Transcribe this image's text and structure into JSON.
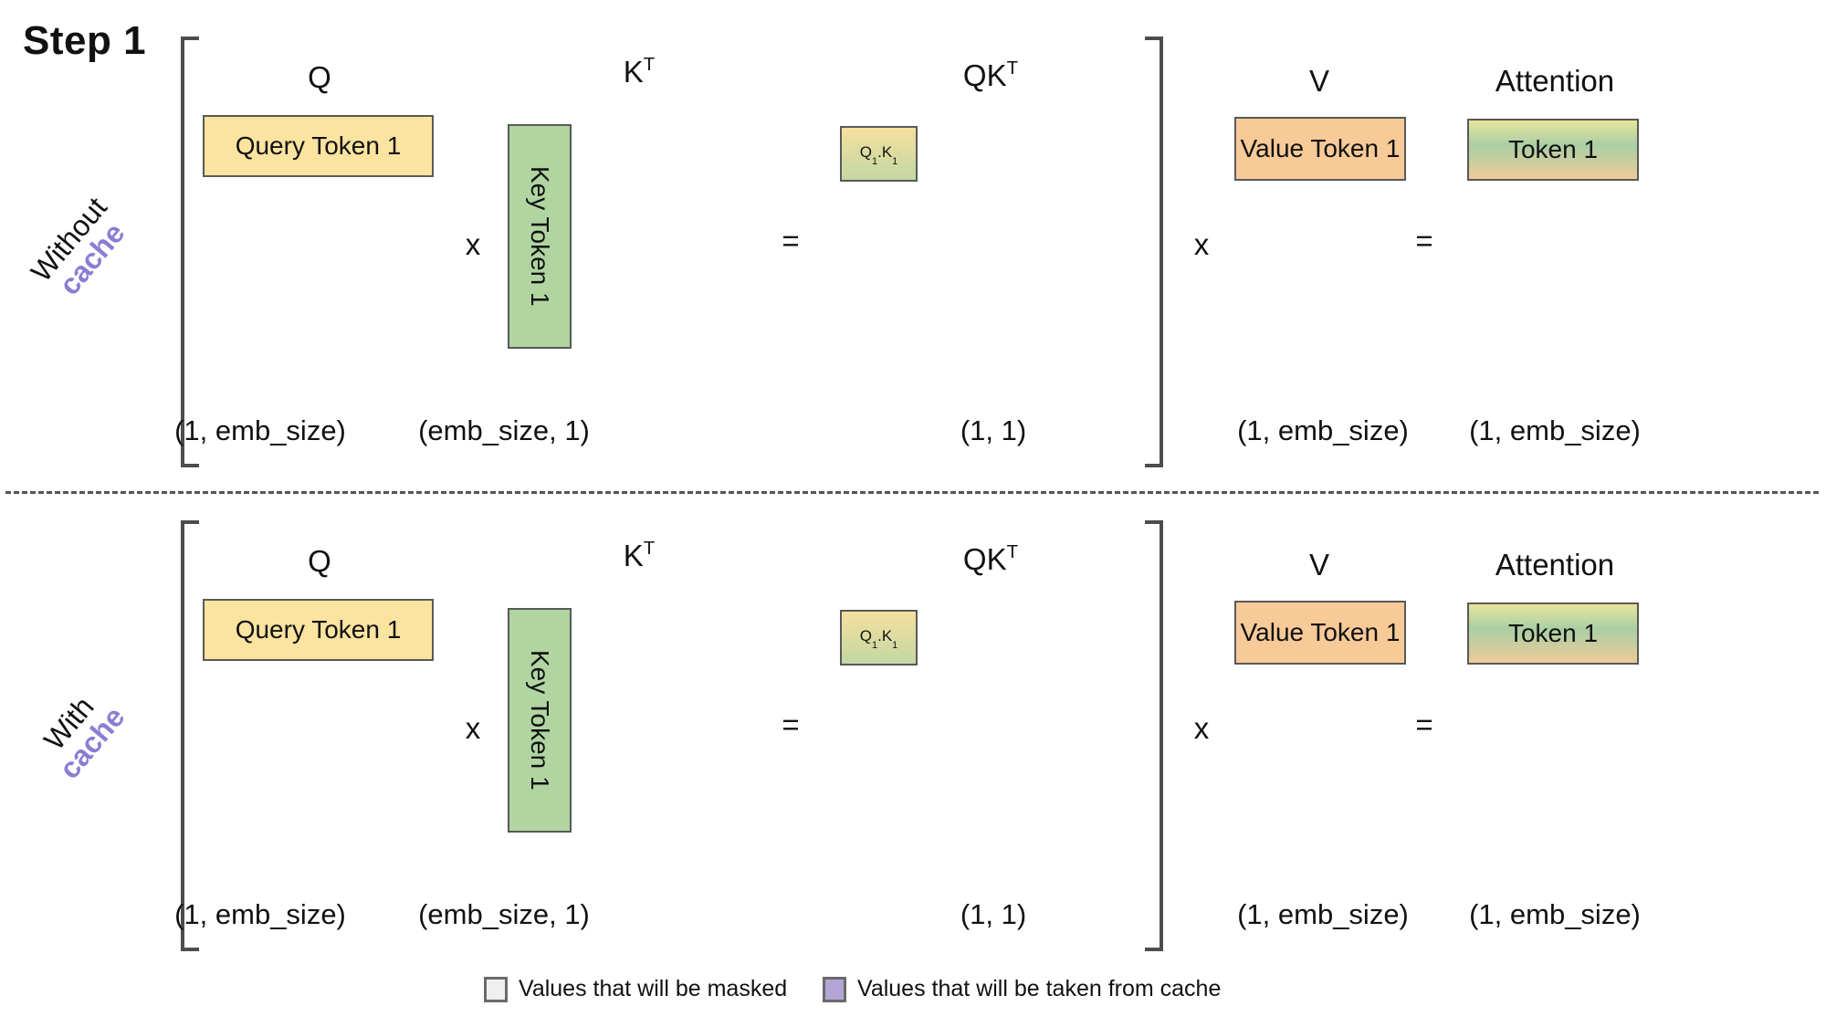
{
  "title": "Step 1",
  "colors": {
    "yellow": "#FBE3A0",
    "green": "#B0D5A1",
    "orange": "#F8CA97",
    "qk-top": "#F5E09E",
    "qk-bottom": "#C3D7A3",
    "att-top": "#E8E49B",
    "att-mid": "#AACFA5",
    "att-bottom": "#EECB98",
    "purple": "#8B7DD3",
    "masked-swatch": "#EFEFEF",
    "cache-swatch": "#B3A5D6",
    "border": "#595959",
    "bracket": "#4D4D4D"
  },
  "rows": [
    {
      "side_label": {
        "line1": "Without",
        "line2": "cache"
      },
      "q": {
        "header": "Q",
        "box": "Query Token 1",
        "dim": "(1, emb_size)"
      },
      "times1": "x",
      "k": {
        "header_base": "K",
        "header_sup": "T",
        "box": "Key Token 1",
        "dim": "(emb_size, 1)"
      },
      "equals1": "=",
      "qk": {
        "header_base": "QK",
        "header_sup": "T",
        "box": {
          "t1": "Q",
          "s1": "1",
          "sep": ".",
          "t2": "K",
          "s2": "1"
        },
        "dim": "(1, 1)"
      },
      "times2": "x",
      "v": {
        "header": "V",
        "box": "Value Token 1",
        "dim": "(1, emb_size)"
      },
      "equals2": "=",
      "attention": {
        "header": "Attention",
        "box": "Token 1",
        "dim": "(1, emb_size)"
      }
    },
    {
      "side_label": {
        "line1": "With",
        "line2": "cache"
      },
      "q": {
        "header": "Q",
        "box": "Query Token 1",
        "dim": "(1, emb_size)"
      },
      "times1": "x",
      "k": {
        "header_base": "K",
        "header_sup": "T",
        "box": "Key Token 1",
        "dim": "(emb_size, 1)"
      },
      "equals1": "=",
      "qk": {
        "header_base": "QK",
        "header_sup": "T",
        "box": {
          "t1": "Q",
          "s1": "1",
          "sep": ".",
          "t2": "K",
          "s2": "1"
        },
        "dim": "(1, 1)"
      },
      "times2": "x",
      "v": {
        "header": "V",
        "box": "Value Token 1",
        "dim": "(1, emb_size)"
      },
      "equals2": "=",
      "attention": {
        "header": "Attention",
        "box": "Token 1",
        "dim": "(1, emb_size)"
      }
    }
  ],
  "legend": [
    {
      "label": "Values that will be masked"
    },
    {
      "label": "Values that will be taken from cache"
    }
  ]
}
